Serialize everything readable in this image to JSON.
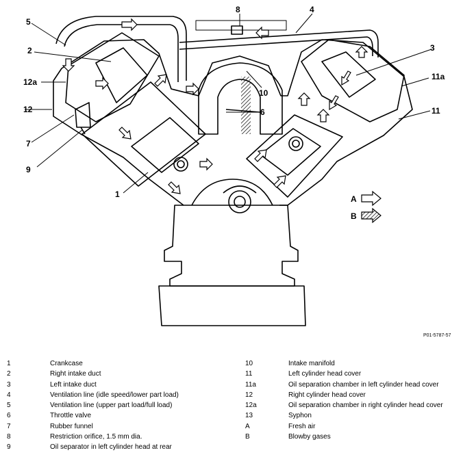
{
  "diagram": {
    "callouts": {
      "c1": "1",
      "c2": "2",
      "c3": "3",
      "c4": "4",
      "c5": "5",
      "c6": "6",
      "c7": "7",
      "c8": "8",
      "c9": "9",
      "c10": "10",
      "c11": "11",
      "c11a": "11a",
      "c12": "12",
      "c12a": "12a"
    },
    "flow_key": {
      "a": "A",
      "b": "B"
    },
    "figure_code": "P01-5787-57"
  },
  "legend_left": [
    {
      "key": "1",
      "text": "Crankcase"
    },
    {
      "key": "2",
      "text": "Right intake duct"
    },
    {
      "key": "3",
      "text": "Left intake duct"
    },
    {
      "key": "4",
      "text": "Ventilation line (idle speed/lower part load)"
    },
    {
      "key": "5",
      "text": "Ventilation line (upper part load/full load)"
    },
    {
      "key": "6",
      "text": "Throttle valve"
    },
    {
      "key": "7",
      "text": "Rubber funnel"
    },
    {
      "key": "8",
      "text": "Restriction orifice, 1.5 mm dia."
    },
    {
      "key": "9",
      "text": "Oil separator in left cylinder head at rear"
    }
  ],
  "legend_right": [
    {
      "key": "10",
      "text": "Intake manifold"
    },
    {
      "key": "11",
      "text": "Left cylinder head cover"
    },
    {
      "key": "11a",
      "text": "Oil separation chamber in left cylinder head cover"
    },
    {
      "key": "12",
      "text": "Right cylinder head cover"
    },
    {
      "key": "12a",
      "text": "Oil separation chamber in right cylinder head cover"
    },
    {
      "key": "13",
      "text": "Syphon"
    },
    {
      "key": "A",
      "text": "Fresh air"
    },
    {
      "key": "B",
      "text": "Blowby gases"
    }
  ]
}
